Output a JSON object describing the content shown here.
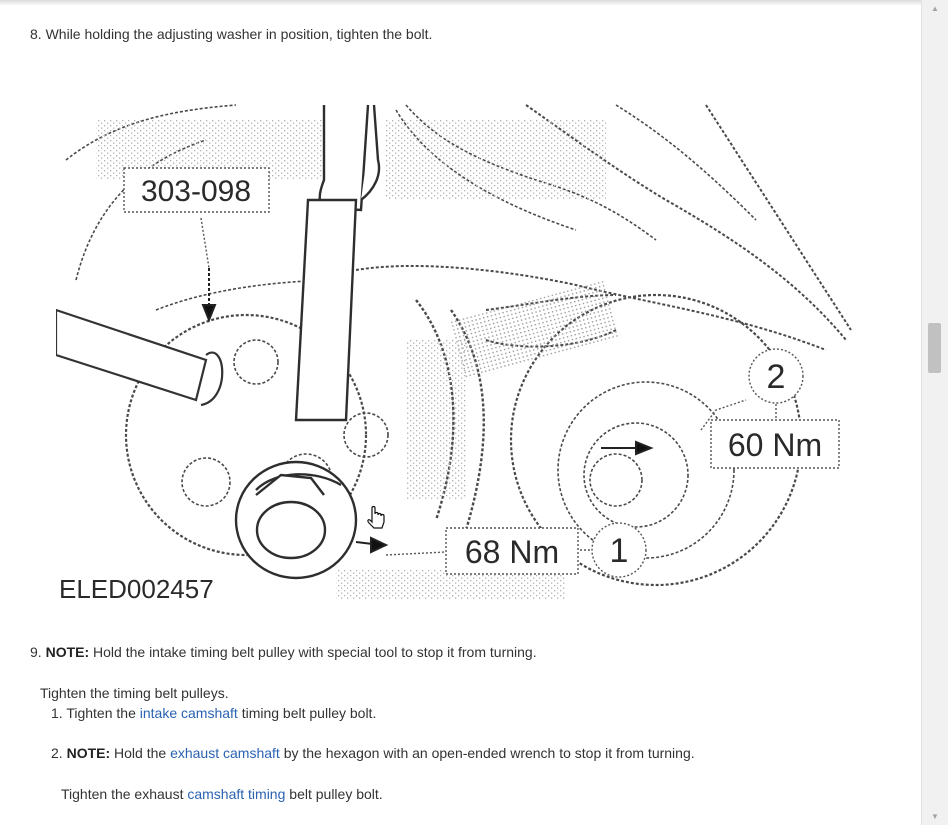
{
  "steps": {
    "step8": {
      "number": "8.",
      "text": "While holding the adjusting washer in position, tighten the bolt."
    },
    "figure": {
      "tool_label": "303-098",
      "torque_upper": "60 Nm",
      "torque_lower": "68 Nm",
      "callout_1": "1",
      "callout_2": "2",
      "figure_id": "ELED002457"
    },
    "step9": {
      "number": "9.",
      "note_label": "NOTE:",
      "note_text": " Hold the intake timing belt pulley with special tool to stop it from turning.",
      "intro": "Tighten the timing belt pulleys.",
      "sub1": {
        "number": "1.",
        "pre": " Tighten the ",
        "link": "intake camshaft",
        "post": " timing belt pulley bolt."
      },
      "sub2": {
        "number": "2.",
        "note_label": "NOTE:",
        "pre": " Hold the ",
        "link": "exhaust camshaft",
        "post": " by the hexagon with an open-ended wrench to stop it from turning."
      },
      "sub2_body": {
        "pre": "Tighten the exhaust ",
        "link": "camshaft timing",
        "post": " belt pulley bolt."
      }
    }
  },
  "colors": {
    "link": "#2a62b2",
    "text": "#333333",
    "scrollbar_track": "#f1f1f1",
    "scrollbar_thumb": "#c1c1c1"
  },
  "scrollbar": {
    "up_icon": "triangle-up-icon",
    "down_icon": "triangle-down-icon"
  }
}
